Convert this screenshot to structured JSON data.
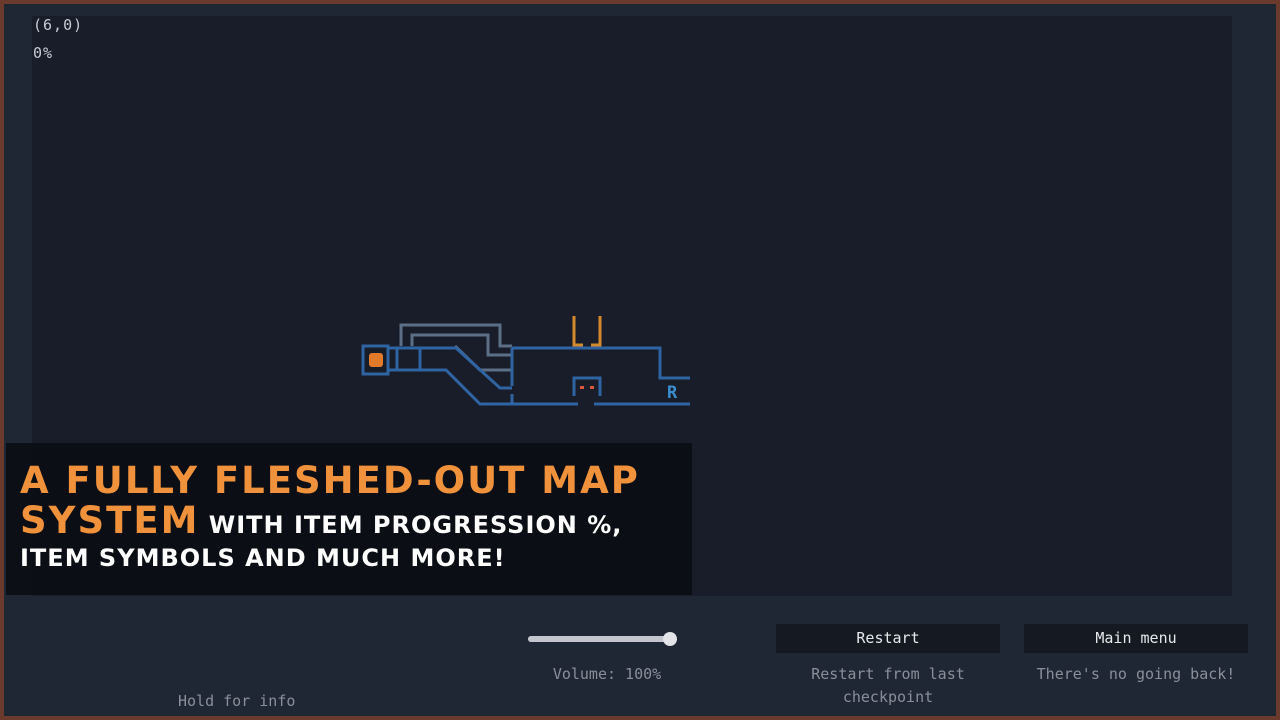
{
  "map": {
    "coords": "(6,0)",
    "progress_text": "0%",
    "wall_color": "#2f64a3",
    "explored_path_color": "#5b6f87",
    "gate_color": "#d28a2c",
    "player_marker_color": "#e07b2c",
    "room_marker_label": "R",
    "room_marker_color": "#3a8fd0",
    "enemy_eye_color": "#d9593a"
  },
  "promo": {
    "line1": "A fully fleshed-out map",
    "line2_accent": "system",
    "line2_rest": " with item progression %,",
    "line3": "item symbols and much more!",
    "accent_color": "#f0923c"
  },
  "footer": {
    "hold_info": "Hold for info",
    "volume": {
      "level": 1.0,
      "label": "Volume: 100%"
    },
    "restart": {
      "label": "Restart",
      "description": "Restart from last checkpoint"
    },
    "main_menu": {
      "label": "Main menu",
      "description": "There's no going back!"
    }
  }
}
